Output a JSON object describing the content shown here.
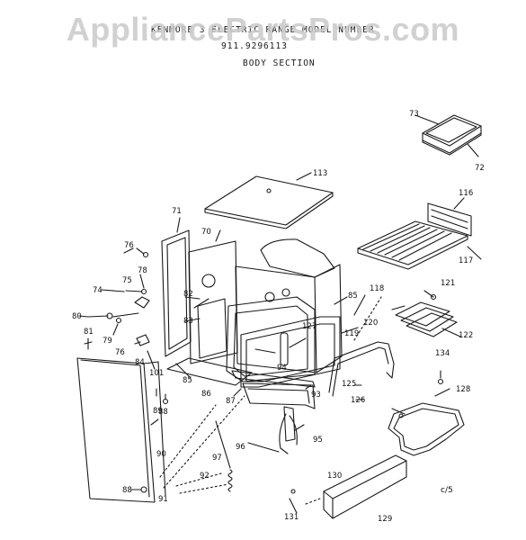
{
  "watermark": "AppliancePartsPros.com",
  "header": {
    "line1": "KENMORE 3   ELECTRIC RANGE   MODEL NUMBER",
    "line2": "911.9296113",
    "line3": "BODY SECTION"
  },
  "page_code": "c/5",
  "parts": [
    {
      "id": "p73",
      "label": "73"
    },
    {
      "id": "p72",
      "label": "72"
    },
    {
      "id": "p113",
      "label": "113"
    },
    {
      "id": "p116",
      "label": "116"
    },
    {
      "id": "p117",
      "label": "117"
    },
    {
      "id": "p71",
      "label": "71"
    },
    {
      "id": "p70",
      "label": "70"
    },
    {
      "id": "p76a",
      "label": "76"
    },
    {
      "id": "p78",
      "label": "78"
    },
    {
      "id": "p75",
      "label": "75"
    },
    {
      "id": "p74",
      "label": "74"
    },
    {
      "id": "p82",
      "label": "82"
    },
    {
      "id": "p83",
      "label": "83"
    },
    {
      "id": "p80",
      "label": "80"
    },
    {
      "id": "p79",
      "label": "79"
    },
    {
      "id": "p81",
      "label": "81"
    },
    {
      "id": "p76b",
      "label": "76"
    },
    {
      "id": "p84",
      "label": "84"
    },
    {
      "id": "p101",
      "label": "101"
    },
    {
      "id": "p85a",
      "label": "85"
    },
    {
      "id": "p85b",
      "label": "85"
    },
    {
      "id": "p86",
      "label": "86"
    },
    {
      "id": "p89",
      "label": "89"
    },
    {
      "id": "p88a",
      "label": "88"
    },
    {
      "id": "p87",
      "label": "87"
    },
    {
      "id": "p94",
      "label": "94"
    },
    {
      "id": "p127",
      "label": "127"
    },
    {
      "id": "p119",
      "label": "119"
    },
    {
      "id": "p118",
      "label": "118"
    },
    {
      "id": "p120",
      "label": "120"
    },
    {
      "id": "p121",
      "label": "121"
    },
    {
      "id": "p122",
      "label": "122"
    },
    {
      "id": "p134",
      "label": "134"
    },
    {
      "id": "p128",
      "label": "128"
    },
    {
      "id": "p125",
      "label": "125"
    },
    {
      "id": "p126",
      "label": "126"
    },
    {
      "id": "p93",
      "label": "93"
    },
    {
      "id": "p95",
      "label": "95"
    },
    {
      "id": "p96",
      "label": "96"
    },
    {
      "id": "p97",
      "label": "97"
    },
    {
      "id": "p92",
      "label": "92"
    },
    {
      "id": "p90",
      "label": "90"
    },
    {
      "id": "p91",
      "label": "91"
    },
    {
      "id": "p88b",
      "label": "88"
    },
    {
      "id": "p130",
      "label": "130"
    },
    {
      "id": "p131",
      "label": "131"
    },
    {
      "id": "p129",
      "label": "129"
    }
  ]
}
